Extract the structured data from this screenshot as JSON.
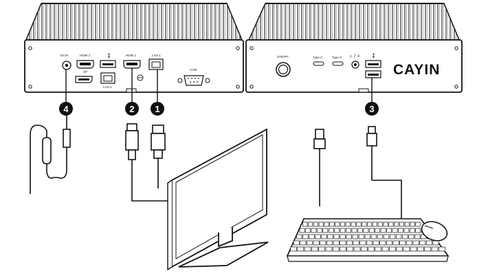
{
  "labels": {
    "dcin": "DCIN",
    "hdmi2": "HDMI 2",
    "dp": "DP",
    "hdmi1": "HDMI 1",
    "lan1": "LAN 1",
    "lan2": "LAN 2",
    "com": "COM",
    "onoff": "ON/OFF",
    "typec1": "Type-C",
    "typec2": "Type-C",
    "audio": "∩ / ✧",
    "brand": "CAYIN"
  },
  "badges": {
    "b1": "1",
    "b2": "2",
    "b3": "3",
    "b4": "4"
  },
  "icons": {
    "usb": "usb-icon"
  }
}
